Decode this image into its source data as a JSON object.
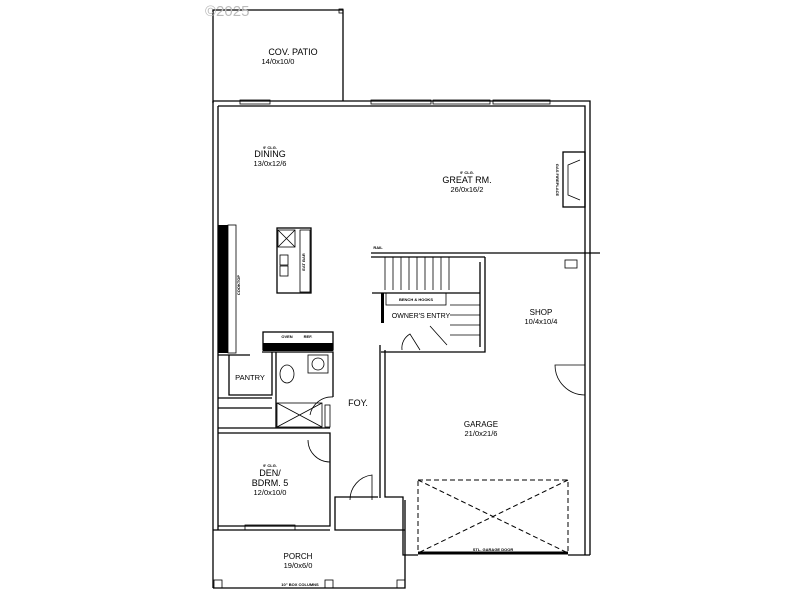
{
  "watermark": "©2025",
  "rooms": {
    "cov_patio": {
      "name": "COV. PATIO",
      "size": "14/0x10/0"
    },
    "dining": {
      "name": "DINING",
      "size": "13/0x12/6",
      "ceiling": "9' CLG."
    },
    "great_rm": {
      "name": "GREAT RM.",
      "size": "26/0x16/2",
      "ceiling": "9' CLG."
    },
    "shop": {
      "name": "SHOP",
      "size": "10/4x10/4"
    },
    "owners_entry": {
      "name": "OWNER'S ENTRY"
    },
    "pantry": {
      "name": "PANTRY"
    },
    "foyer": {
      "name": "FOY."
    },
    "garage": {
      "name": "GARAGE",
      "size": "21/0x21/6"
    },
    "den": {
      "name": "DEN/",
      "name2": "BDRM. 5",
      "size": "12/0x10/0",
      "ceiling": "9' CLG."
    },
    "porch": {
      "name": "PORCH",
      "size": "19/0x6/0"
    }
  },
  "fixtures": {
    "oven": "OVEN",
    "ref": "REF.",
    "bench": "BENCH & HOOKS",
    "fireplace": "GAS FIREPLACE",
    "rail": "RAIL",
    "cooktop": "COOKTOP",
    "island": "EAT BAR",
    "columns": "10\" BOX COLUMNS",
    "garage_door": "STL. GARAGE DOOR"
  }
}
